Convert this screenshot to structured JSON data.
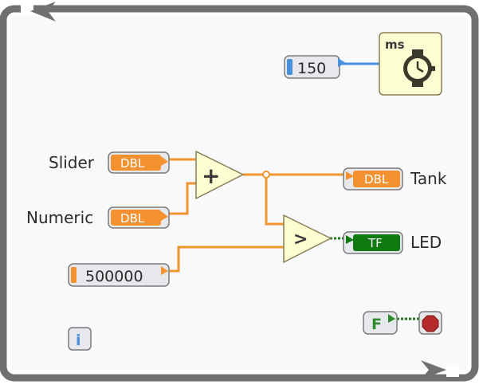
{
  "loop": {
    "border_color": "#707070",
    "background": "#f8f9fb"
  },
  "wait": {
    "unit_label": "ms",
    "constant_value": "150",
    "icon": "stopwatch-icon"
  },
  "inputs": {
    "slider": {
      "label": "Slider",
      "type": "DBL"
    },
    "numeric": {
      "label": "Numeric",
      "type": "DBL"
    },
    "threshold": {
      "value": "500000"
    }
  },
  "operators": {
    "add": {
      "symbol": "+"
    },
    "greater": {
      "symbol": ">"
    }
  },
  "outputs": {
    "tank": {
      "label": "Tank",
      "type": "DBL"
    },
    "led": {
      "label": "LED",
      "type": "TF"
    }
  },
  "stop": {
    "constant": "F",
    "icon": "stop-sign-icon"
  },
  "info": {
    "glyph": "i"
  },
  "colors": {
    "dbl_wire": "#f0952f",
    "int_wire": "#4a8fdc",
    "bool_wire": "#1e7a1e",
    "terminal_orange": "#f5922f",
    "terminal_green": "#0f7a0f",
    "node_fill": "#fdfdd2",
    "node_border": "#8a7d55"
  }
}
